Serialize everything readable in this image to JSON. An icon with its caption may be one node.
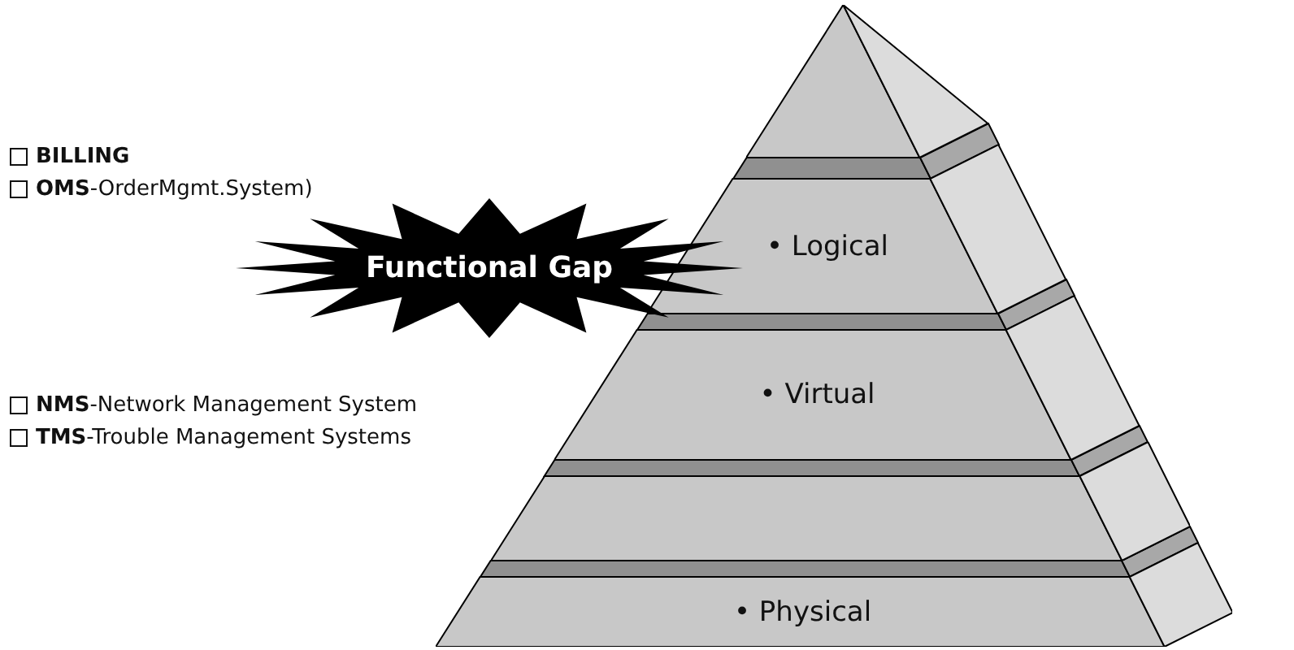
{
  "diagram": {
    "nodes": [
      {
        "text": [],
        "shape": "triangle"
      },
      {
        "text": [
          "• Logical"
        ]
      },
      {
        "text": [
          "• Virtual"
        ]
      },
      {
        "text": [],
        "shape": "box"
      },
      {
        "text": [
          "• Physical"
        ]
      },
      {
        "text": [
          "Functional Gap"
        ]
      }
    ],
    "labels": [
      "**BILLING**",
      "**OMS**-OrderMgmt.System)",
      "**NMS**-Network Management System",
      "**TMS**-Trouble Management Systems"
    ]
  }
}
